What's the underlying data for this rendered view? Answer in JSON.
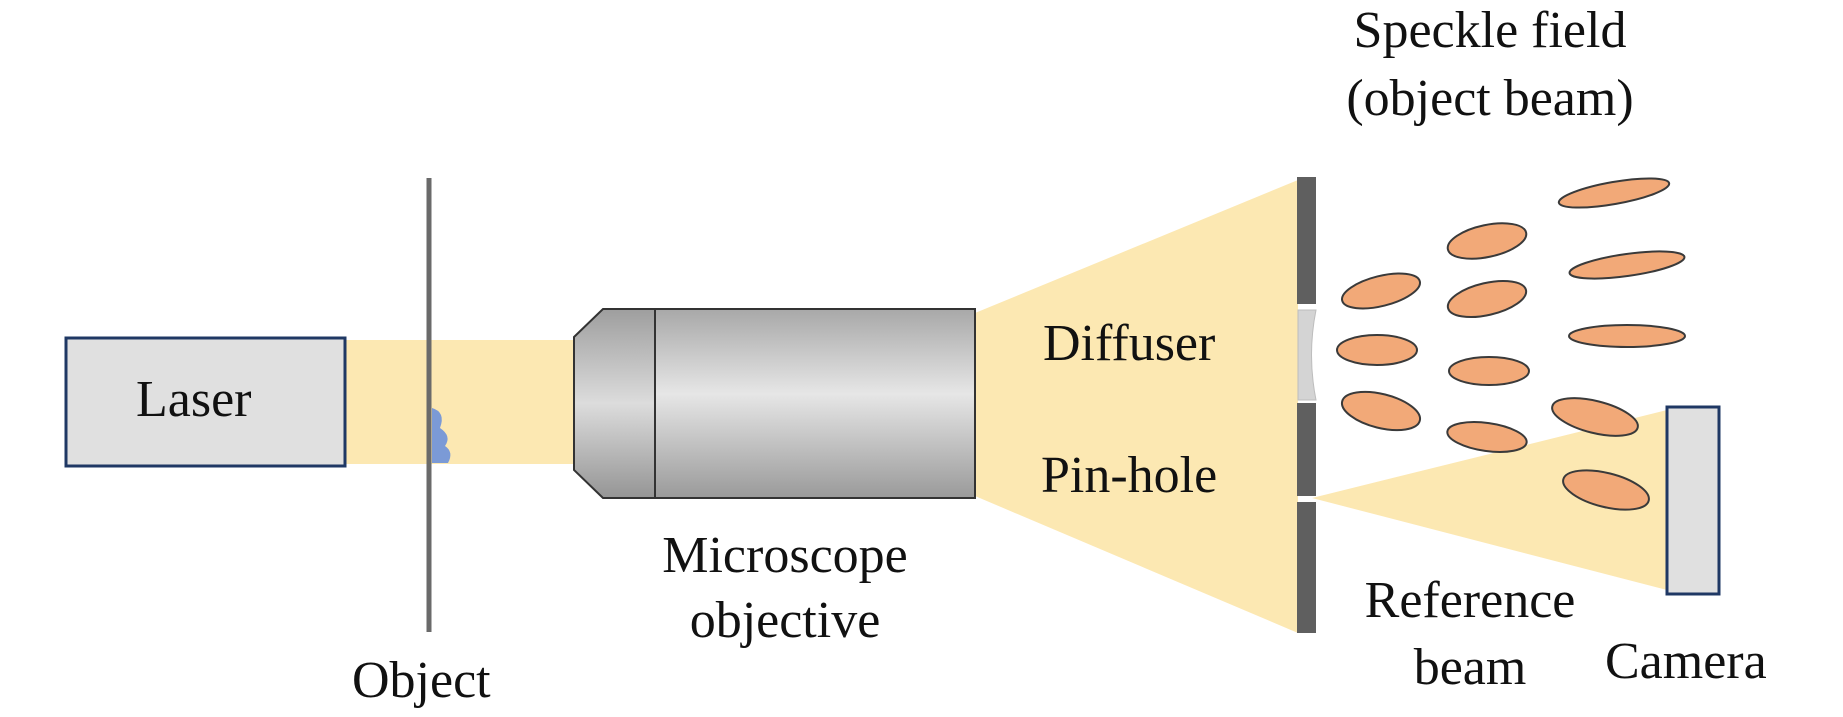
{
  "diagram": {
    "labels": {
      "laser": "Laser",
      "object": "Object",
      "microscope_line1": "Microscope",
      "microscope_line2": "objective",
      "diffuser": "Diffuser",
      "pinhole": "Pin-hole",
      "speckle_line1": "Speckle field",
      "speckle_line2": "(object beam)",
      "reference_line1": "Reference",
      "reference_line2": "beam",
      "camera": "Camera"
    },
    "colors": {
      "beam": "#FCE8B2",
      "speckle_fill": "#F2A978",
      "speckle_stroke": "#3a3a3a",
      "laser_fill": "#E0E0E0",
      "box_border": "#1F3864",
      "screen": "#5f5f5f",
      "object_mark": "#7B9AD6",
      "lens_dark": "#9a9a9a",
      "lens_light": "#e6e6e6"
    }
  }
}
